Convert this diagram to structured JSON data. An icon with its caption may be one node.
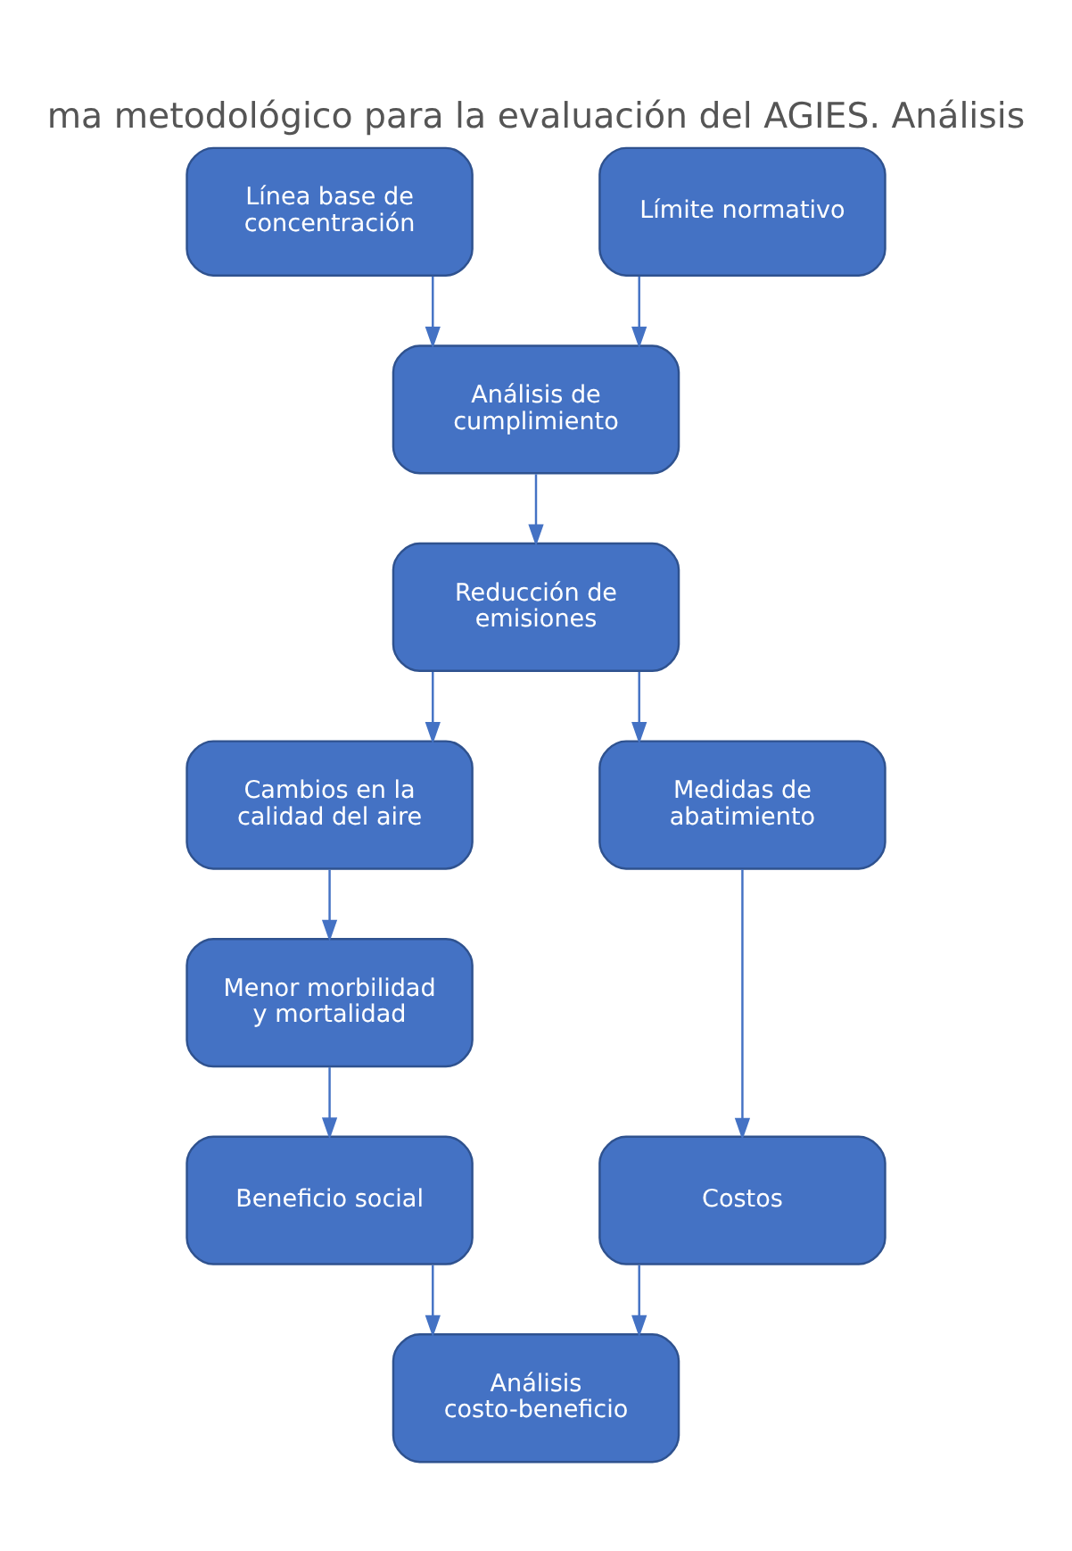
{
  "diagram": {
    "title": "ma metodológico para la evaluación del AGIES. Análisis",
    "nodes": [
      {
        "text": [
          "Línea base de concentración"
        ]
      },
      {
        "text": [
          "Límite normativo"
        ]
      },
      {
        "text": [
          "Análisis de cumplimiento"
        ]
      },
      {
        "text": [
          "Reducción de emisiones"
        ]
      },
      {
        "text": [
          "Cambios en la calidad del aire"
        ]
      },
      {
        "text": [
          "Medidas de abatimiento"
        ]
      },
      {
        "text": [
          "Menor morbilidad y mortalidad"
        ]
      },
      {
        "text": [
          "Beneficio social"
        ]
      },
      {
        "text": [
          "Costos"
        ]
      },
      {
        "text": [
          "Análisis costo-beneficio"
        ]
      }
    ],
    "edges": [
      {
        "from": 0,
        "to": 2,
        "arrow": "to"
      },
      {
        "from": 1,
        "to": 2,
        "arrow": "to"
      },
      {
        "from": 2,
        "to": 3,
        "arrow": "to"
      },
      {
        "from": 3,
        "to": 4,
        "arrow": "to"
      },
      {
        "from": 3,
        "to": 5,
        "arrow": "to"
      },
      {
        "from": 4,
        "to": 6,
        "arrow": "to"
      },
      {
        "from": 6,
        "to": 7,
        "arrow": "to"
      },
      {
        "from": 5,
        "to": 8,
        "arrow": "to"
      },
      {
        "from": 7,
        "to": 9,
        "arrow": "to"
      },
      {
        "from": 8,
        "to": 9,
        "arrow": "to"
      }
    ]
  }
}
